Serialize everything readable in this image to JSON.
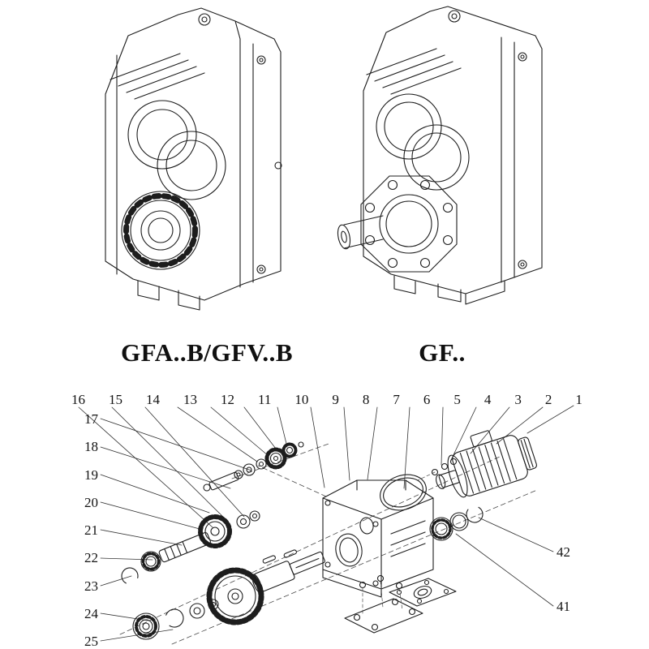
{
  "figures": {
    "left": {
      "caption": "GFA..B/GFV..B"
    },
    "right": {
      "caption": "GF.."
    }
  },
  "exploded": {
    "top_callouts": [
      "16",
      "15",
      "14",
      "13",
      "12",
      "11",
      "10",
      "9",
      "8",
      "7",
      "6",
      "5",
      "4",
      "3",
      "2",
      "1"
    ],
    "left_callouts": [
      "17",
      "18",
      "19",
      "20",
      "21",
      "22",
      "23",
      "24",
      "25"
    ],
    "right_callouts": [
      "42",
      "41"
    ]
  },
  "colors": {
    "line": "#1d1d1d",
    "background": "#ffffff"
  }
}
